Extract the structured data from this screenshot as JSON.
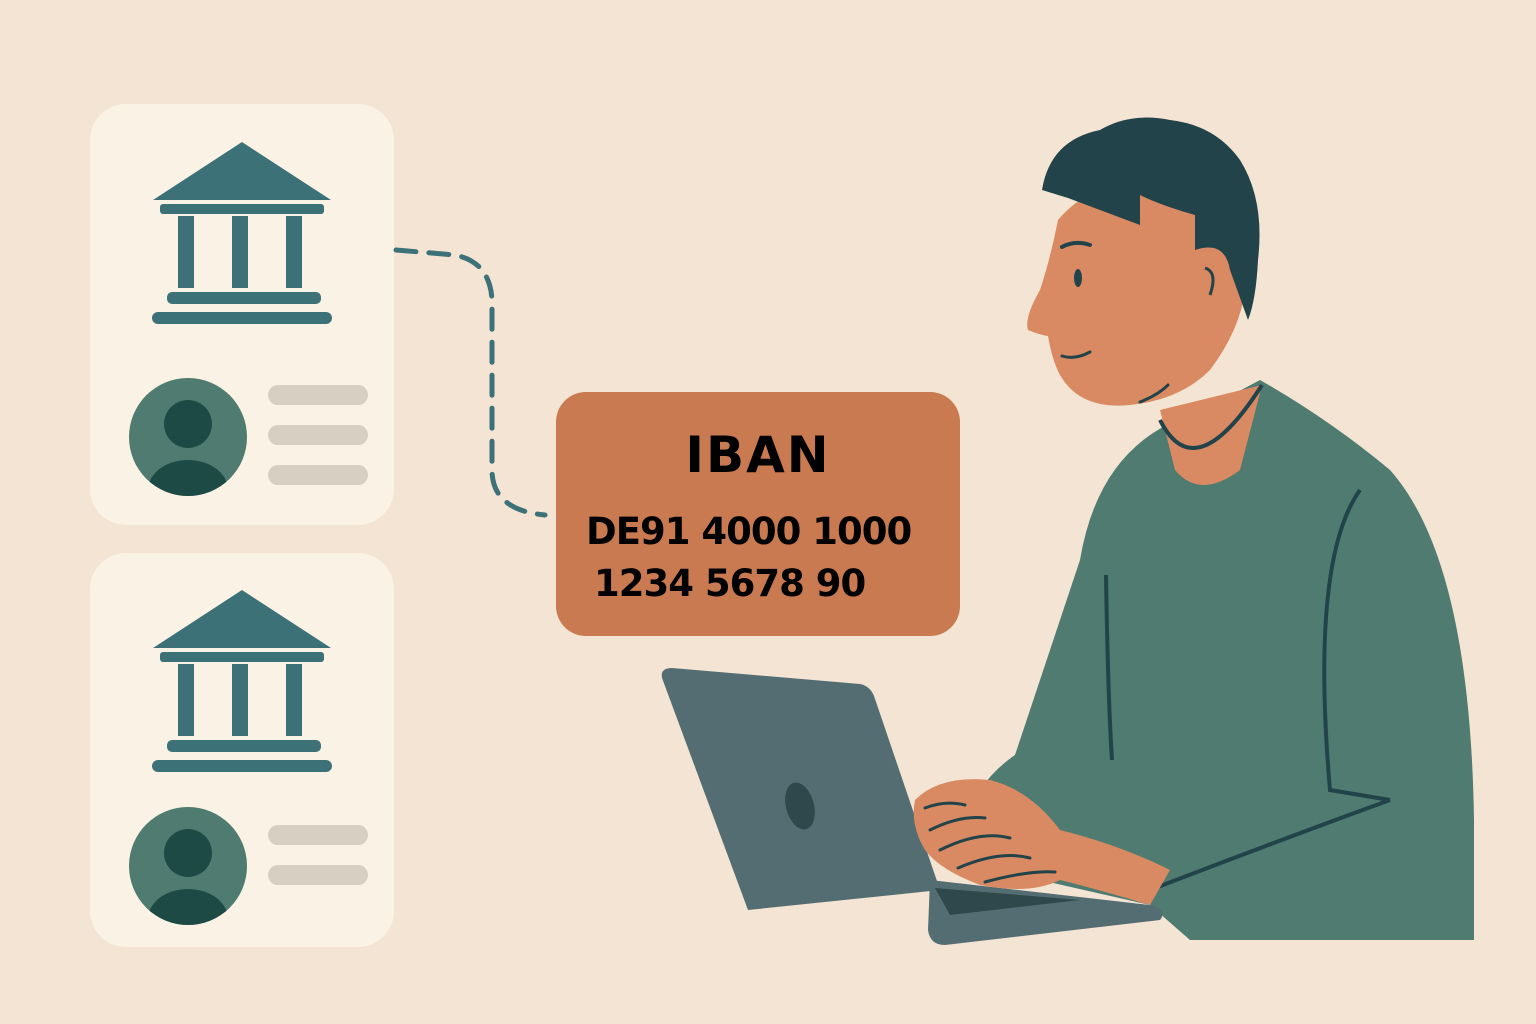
{
  "iban_card": {
    "title": "IBAN",
    "line1": "DE91 4000 1000",
    "line2": "1234 5678 90"
  },
  "colors": {
    "background": "#f4e4d4",
    "card": "#fbf2e6",
    "teal": "#3c7177",
    "orange": "#c97a50",
    "skin": "#d98a62",
    "hair": "#22434a",
    "shirt": "#4f7b70",
    "laptop": "#536d72",
    "placeholder_line": "#d6cfc2"
  },
  "cards": [
    {
      "icon": "bank-icon",
      "avatar": "user-avatar-icon",
      "text_lines": 3
    },
    {
      "icon": "bank-icon",
      "avatar": "user-avatar-icon",
      "text_lines": 2
    }
  ]
}
